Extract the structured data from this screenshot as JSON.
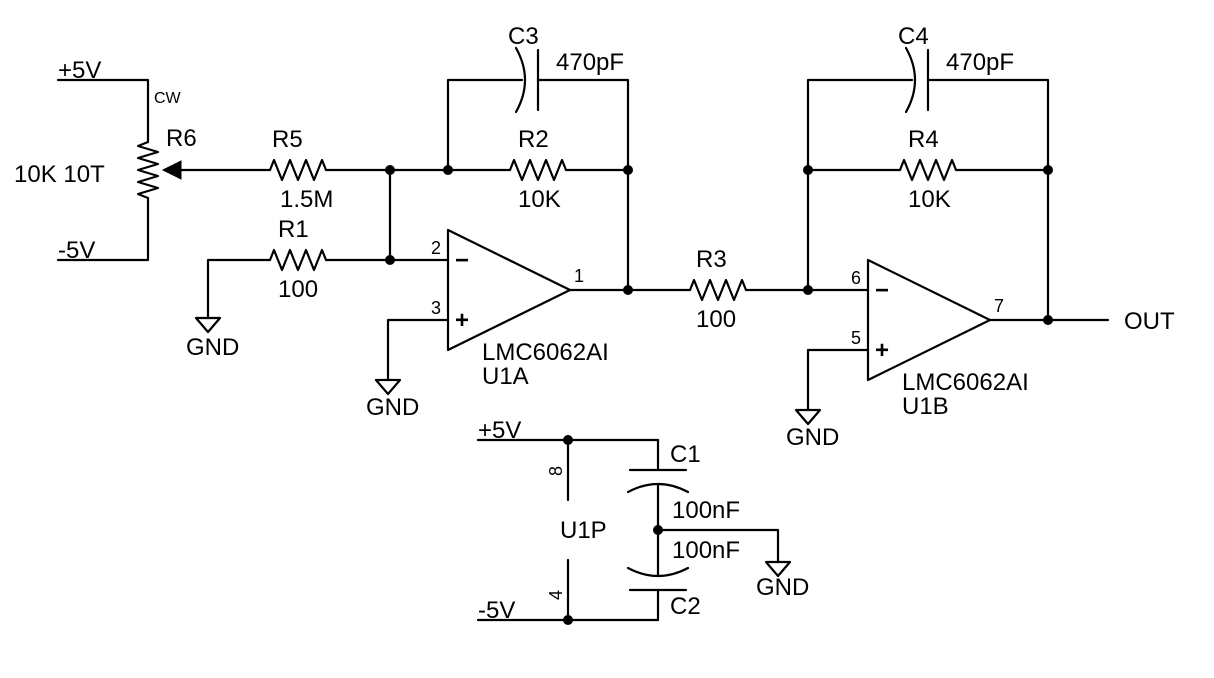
{
  "nets": {
    "vpos": "+5V",
    "vneg": "-5V",
    "gnd": "GND",
    "out": "OUT"
  },
  "r6": {
    "ref": "R6",
    "value": "10K 10T",
    "cw": "CW"
  },
  "r5": {
    "ref": "R5",
    "value": "1.5M"
  },
  "r1": {
    "ref": "R1",
    "value": "100"
  },
  "r2": {
    "ref": "R2",
    "value": "10K"
  },
  "r3": {
    "ref": "R3",
    "value": "100"
  },
  "r4": {
    "ref": "R4",
    "value": "10K"
  },
  "c3": {
    "ref": "C3",
    "value": "470pF"
  },
  "c4": {
    "ref": "C4",
    "value": "470pF"
  },
  "c1": {
    "ref": "C1",
    "value": "100nF"
  },
  "c2": {
    "ref": "C2",
    "value": "100nF"
  },
  "u1a": {
    "part": "LMC6062AI",
    "ref": "U1A",
    "pin_inv": "2",
    "pin_noninv": "3",
    "pin_out": "1",
    "minus": "−",
    "plus": "+"
  },
  "u1b": {
    "part": "LMC6062AI",
    "ref": "U1B",
    "pin_inv": "6",
    "pin_noninv": "5",
    "pin_out": "7",
    "minus": "−",
    "plus": "+"
  },
  "u1p": {
    "ref": "U1P",
    "pin_vpos": "8",
    "pin_vneg": "4"
  }
}
